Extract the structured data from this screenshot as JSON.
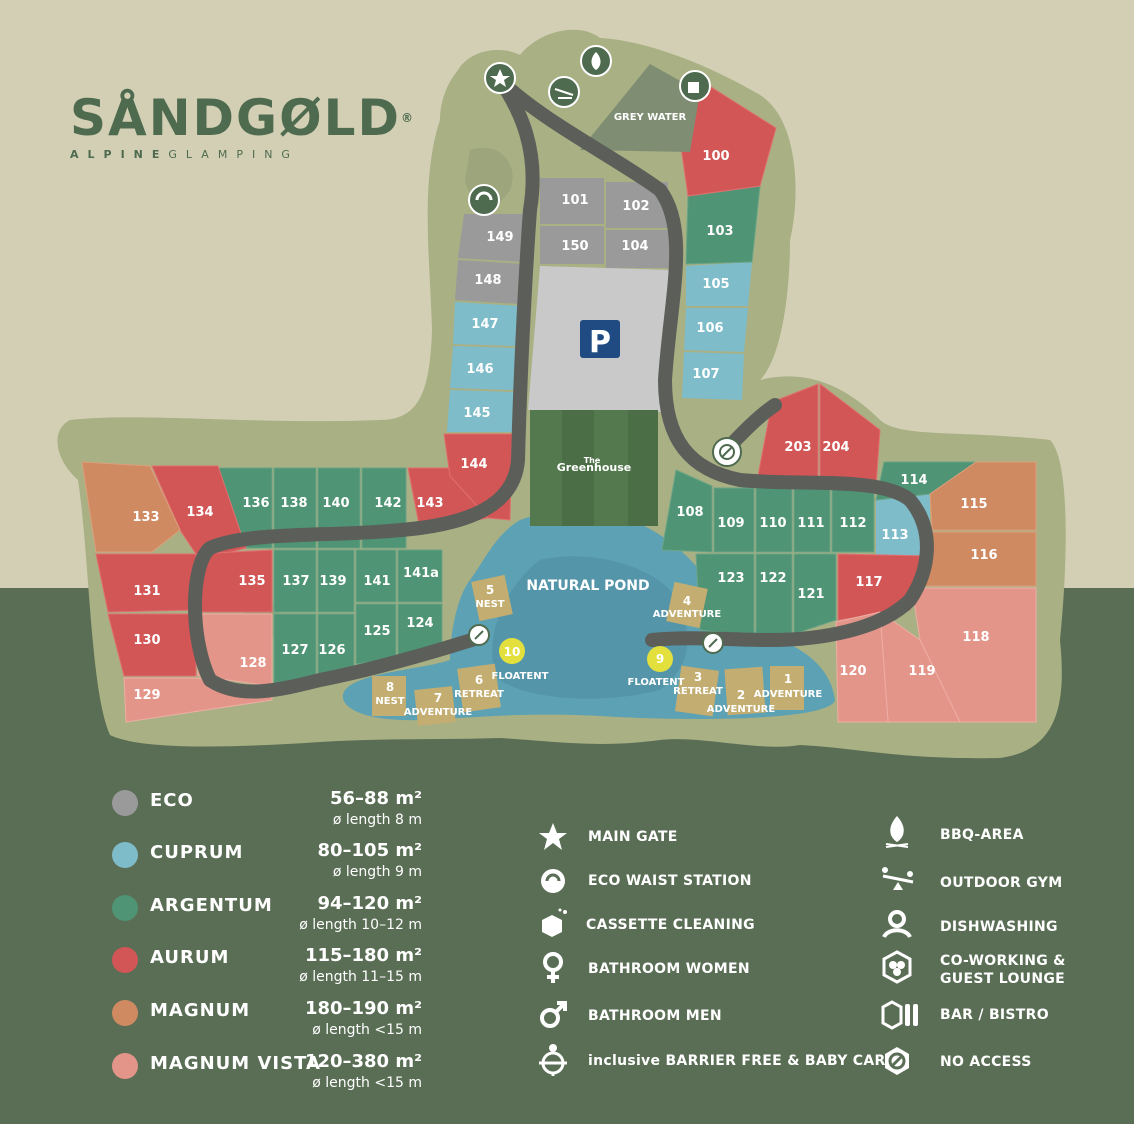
{
  "brand": {
    "name": "SÅNDGØLD",
    "registered": "®",
    "sub_bold": "ALPINE",
    "sub_light": "GLAMPING"
  },
  "colors": {
    "eco": "#9a9a9a",
    "cuprum": "#7fbcca",
    "argentum": "#4f9474",
    "aurum": "#d25656",
    "magnum": "#cf8a62",
    "magnum_vista": "#e4958a",
    "cream": "#d3cfb5",
    "dark_green": "#5a6e55",
    "land": "#a8b084",
    "road": "#5c5e59",
    "pond": "#5da1b4",
    "lodge": "#c3ad71",
    "floatent": "#e3df3d"
  },
  "map": {
    "parking": "P",
    "greenhouse_the": "The",
    "greenhouse": "Greenhouse",
    "natural_pond": "NATURAL POND",
    "grey_water": "GREY WATER",
    "pitches": {
      "p100": "100",
      "p101": "101",
      "p102": "102",
      "p103": "103",
      "p104": "104",
      "p105": "105",
      "p106": "106",
      "p107": "107",
      "p108": "108",
      "p109": "109",
      "p110": "110",
      "p111": "111",
      "p112": "112",
      "p113": "113",
      "p114": "114",
      "p115": "115",
      "p116": "116",
      "p117": "117",
      "p118": "118",
      "p119": "119",
      "p120": "120",
      "p121": "121",
      "p122": "122",
      "p123": "123",
      "p124": "124",
      "p125": "125",
      "p126": "126",
      "p127": "127",
      "p128": "128",
      "p129": "129",
      "p130": "130",
      "p131": "131",
      "p133": "133",
      "p134": "134",
      "p135": "135",
      "p136": "136",
      "p137": "137",
      "p138": "138",
      "p139": "139",
      "p140": "140",
      "p141": "141",
      "p141a": "141a",
      "p142": "142",
      "p143": "143",
      "p144": "144",
      "p145": "145",
      "p146": "146",
      "p147": "147",
      "p148": "148",
      "p149": "149",
      "p150": "150",
      "p203": "203",
      "p204": "204"
    },
    "lodges": [
      {
        "num": "1",
        "type": "ADVENTURE"
      },
      {
        "num": "2",
        "type": "ADVENTURE"
      },
      {
        "num": "3",
        "type": "RETREAT"
      },
      {
        "num": "4",
        "type": "ADVENTURE"
      },
      {
        "num": "5",
        "type": "NEST"
      },
      {
        "num": "6",
        "type": "RETREAT"
      },
      {
        "num": "7",
        "type": "ADVENTURE"
      },
      {
        "num": "8",
        "type": "NEST"
      }
    ],
    "floatents": [
      {
        "num": "9",
        "type": "FLOATENT"
      },
      {
        "num": "10",
        "type": "FLOATENT"
      }
    ]
  },
  "legend": [
    {
      "key": "eco",
      "name": "ECO",
      "size": "56–88 m²",
      "length": "ø length 8 m"
    },
    {
      "key": "cuprum",
      "name": "CUPRUM",
      "size": "80–105 m²",
      "length": "ø length 9 m"
    },
    {
      "key": "argentum",
      "name": "ARGENTUM",
      "size": "94–120 m²",
      "length": "ø length 10–12 m"
    },
    {
      "key": "aurum",
      "name": "AURUM",
      "size": "115–180 m²",
      "length": "ø length 11–15 m"
    },
    {
      "key": "magnum",
      "name": "MAGNUM",
      "size": "180–190 m²",
      "length": "ø length <15 m"
    },
    {
      "key": "magnum_vista",
      "name": "MAGNUM VISTA",
      "size": "120–380 m²",
      "length": "ø length <15 m"
    }
  ],
  "facilities_left": [
    {
      "icon": "star-icon",
      "label": "MAIN GATE"
    },
    {
      "icon": "recycle-icon",
      "label": "ECO WAIST STATION"
    },
    {
      "icon": "cube-sparkle-icon",
      "label": "CASSETTE CLEANING"
    },
    {
      "icon": "female-icon",
      "label": "BATHROOM WOMEN"
    },
    {
      "icon": "male-icon",
      "label": "BATHROOM MEN"
    },
    {
      "icon": "barrier-free-icon",
      "label": "inclusive BARRIER FREE & BABY CARE"
    }
  ],
  "facilities_right": [
    {
      "icon": "flame-icon",
      "label": "BBQ-AREA"
    },
    {
      "icon": "seesaw-icon",
      "label": "OUTDOOR GYM"
    },
    {
      "icon": "dish-icon",
      "label": "DISHWASHING"
    },
    {
      "icon": "lounge-icon",
      "label": "CO-WORKING &\nGUEST LOUNGE"
    },
    {
      "icon": "bar-icon",
      "label": "BAR / BISTRO"
    },
    {
      "icon": "no-access-icon",
      "label": "NO ACCESS"
    }
  ]
}
